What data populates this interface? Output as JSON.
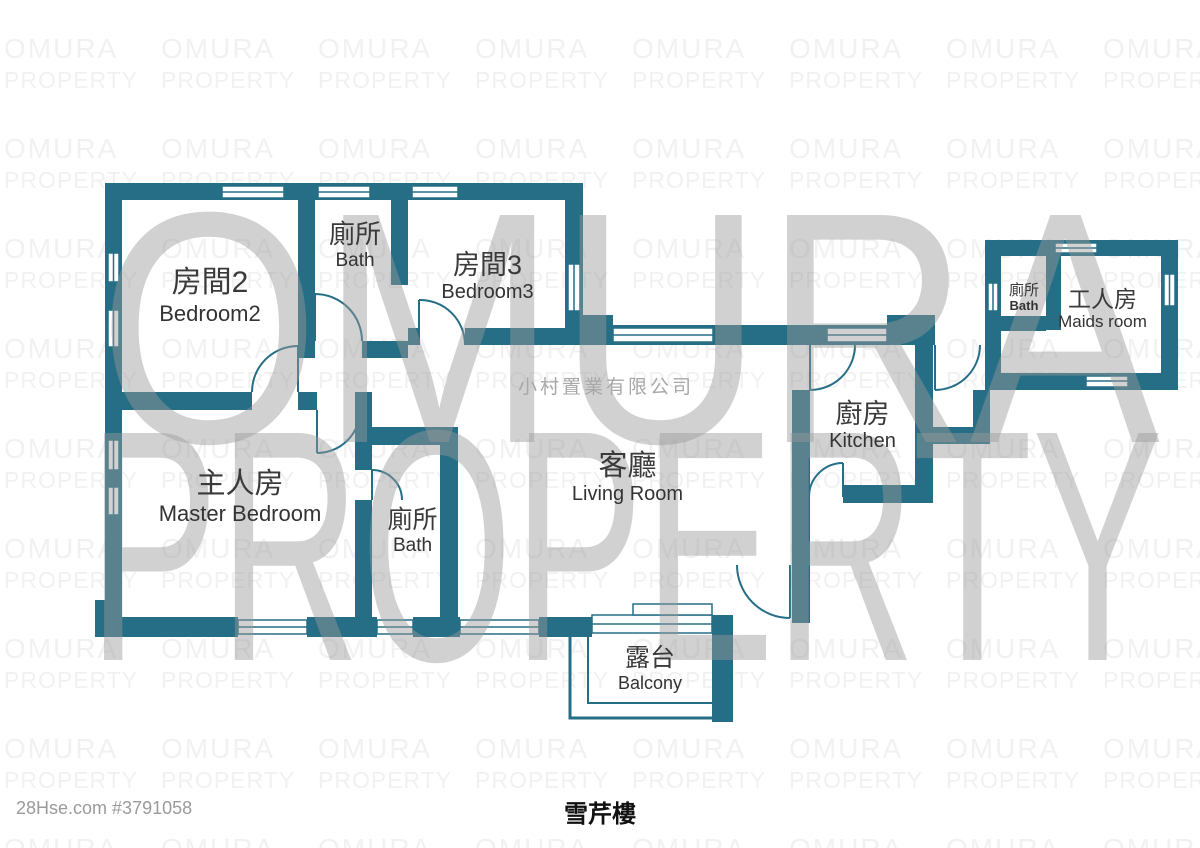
{
  "watermark": {
    "line1": "OMURA",
    "line2": "PROPERTY"
  },
  "company_watermark": "小村置業有限公司",
  "title": "雪芹樓",
  "footer": "28Hse.com #3791058",
  "colors": {
    "wall": "#266e86",
    "giant_watermark": "#9a9a9a",
    "tile_watermark": "#f1f1f1",
    "label_text": "#3a3a3a",
    "muted_text": "#9b9b9b"
  },
  "rooms": [
    {
      "id": "bedroom2",
      "zh": "房間2",
      "en": "Bedroom2"
    },
    {
      "id": "bath-top",
      "zh": "廁所",
      "en": "Bath"
    },
    {
      "id": "bedroom3",
      "zh": "房間3",
      "en": "Bedroom3"
    },
    {
      "id": "maids-bath",
      "zh": "廁所",
      "en": "Bath"
    },
    {
      "id": "maids-room",
      "zh": "工人房",
      "en": "Maids room"
    },
    {
      "id": "kitchen",
      "zh": "廚房",
      "en": "Kitchen"
    },
    {
      "id": "living-room",
      "zh": "客廳",
      "en": "Living Room"
    },
    {
      "id": "master-bedroom",
      "zh": "主人房",
      "en": "Master Bedroom"
    },
    {
      "id": "bath-middle",
      "zh": "廁所",
      "en": "Bath"
    },
    {
      "id": "balcony",
      "zh": "露台",
      "en": "Balcony"
    }
  ]
}
